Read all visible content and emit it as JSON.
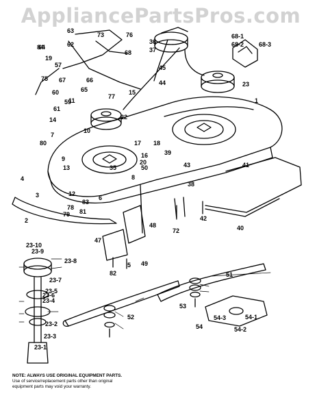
{
  "watermark": "AppliancePartsPros.com",
  "note": {
    "heading": "NOTE: ALWAYS USE ORIGINAL EQUIPMENT PARTS.",
    "line1": "Use of service/replacement parts other than original",
    "line2": "equipment parts may void your warranty."
  },
  "callouts": [
    "1",
    "2",
    "3",
    "4",
    "5",
    "6",
    "7",
    "8",
    "9",
    "10",
    "11",
    "12",
    "13",
    "14",
    "15",
    "16",
    "17",
    "18",
    "19",
    "20",
    "22",
    "23",
    "23-1",
    "23-2",
    "23-3",
    "23-4",
    "23-5",
    "23-6",
    "23-7",
    "23-8",
    "23-9",
    "23-10",
    "35",
    "36",
    "37",
    "38",
    "39",
    "40",
    "41",
    "42",
    "43",
    "44",
    "45",
    "47",
    "48",
    "49",
    "50",
    "51",
    "52",
    "53",
    "54",
    "54-1",
    "54-2",
    "54-3",
    "57",
    "59",
    "60",
    "61",
    "62",
    "63",
    "64",
    "65",
    "66",
    "67",
    "68",
    "68-1",
    "68-2",
    "68-3",
    "72",
    "73",
    "75",
    "76",
    "77",
    "78",
    "79",
    "80",
    "81",
    "82",
    "83",
    "84"
  ]
}
